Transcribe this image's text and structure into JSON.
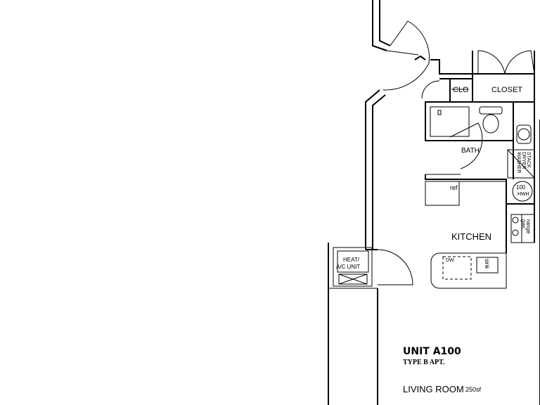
{
  "rooms": {
    "clo": "CLO",
    "closet": "CLOSET",
    "bath": "BATH",
    "washer_dryer": [
      "WASHER",
      "DRYER",
      "STACK"
    ],
    "water_heater": [
      "100",
      "HWH"
    ],
    "ref": "ref",
    "range": [
      "gas",
      "range"
    ],
    "kitchen": "KITCHEN",
    "dw": "DW",
    "sink": "sink",
    "heat_ac": [
      "HEAT/",
      "A/C UNIT"
    ],
    "living_room": "LIVING ROOM",
    "living_room_area": "250sf"
  },
  "unit": {
    "name": "UNIT  A100",
    "type": "TYPE B APT."
  }
}
